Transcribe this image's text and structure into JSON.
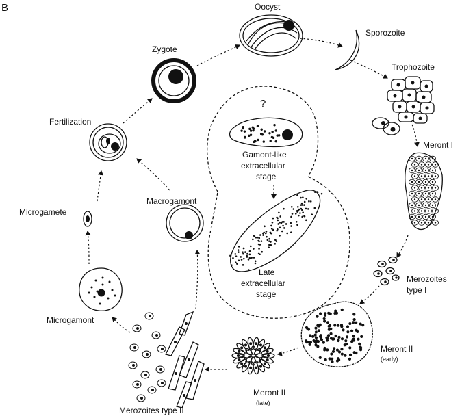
{
  "panel_letter": "B",
  "stages": {
    "oocyst": "Oocyst",
    "sporozoite": "Sporozoite",
    "trophozoite": "Trophozoite",
    "meront1": "Meront I",
    "merozoites1_line1": "Merozoites",
    "merozoites1_line2": "type I",
    "meront2_early": "Meront II",
    "meront2_early_sub": "(early)",
    "meront2_late": "Meront II",
    "meront2_late_sub": "(late)",
    "merozoites2": "Merozoites type II",
    "microgamont": "Microgamont",
    "microgamete": "Microgamete",
    "macrogamont": "Macrogamont",
    "fertilization": "Fertilization",
    "zygote": "Zygote"
  },
  "extracellular": {
    "question": "?",
    "gamont_line1": "Gamont-like",
    "gamont_line2": "extracellular",
    "gamont_line3": "stage",
    "late_line1": "Late",
    "late_line2": "extracellular",
    "late_line3": "stage"
  }
}
